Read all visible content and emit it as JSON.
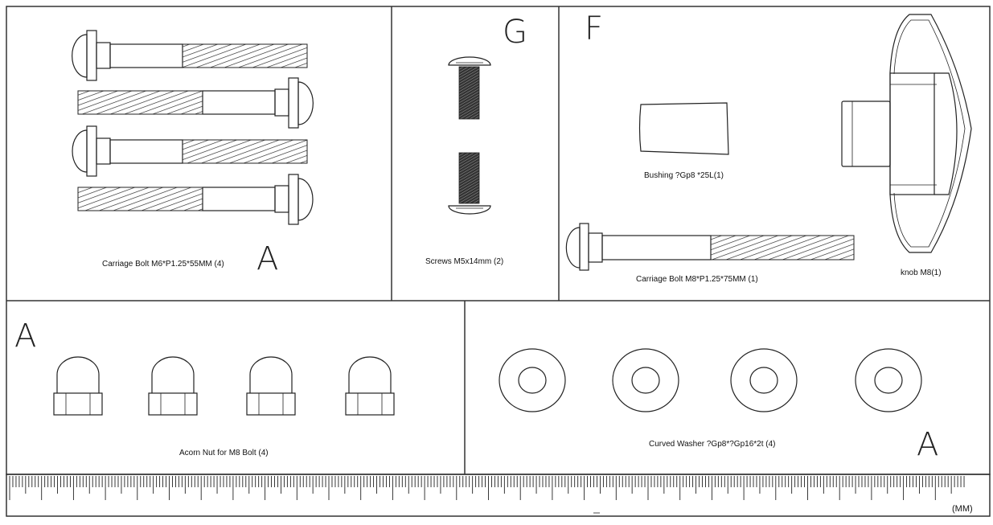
{
  "panels": {
    "carriage_bolt_m6": {
      "caption": "Carriage Bolt  M6*P1.25*55MM (4)",
      "letter": "A"
    },
    "screws": {
      "caption": "Screws M5x14mm (2)",
      "letter": "G"
    },
    "knob_set": {
      "letter": "F",
      "bushing_caption": "Bushing ?Gp8 *25L(1)",
      "bolt_caption": "Carriage Bolt  M8*P1.25*75MM (1)",
      "knob_caption": "knob M8(1)"
    },
    "acorn_nut": {
      "caption": "Acorn  Nut  for M8 Bolt  (4)",
      "letter": "A"
    },
    "curved_washer": {
      "caption": "Curved Washer ?Gp8*?Gp16*2t (4)",
      "letter": "A"
    }
  },
  "ruler": {
    "unit_label": "(MM)"
  },
  "colors": {
    "line": "#222222",
    "background": "#ffffff"
  }
}
